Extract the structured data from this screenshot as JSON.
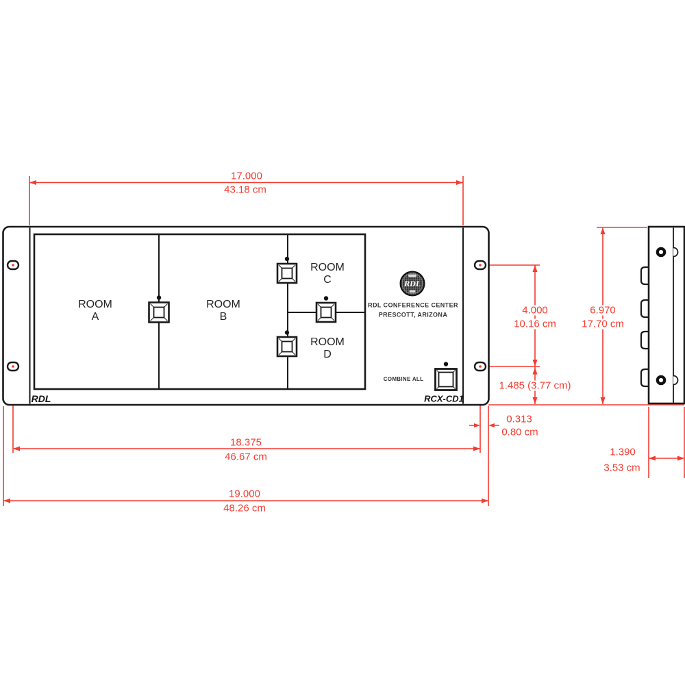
{
  "front": {
    "brand": "RDL",
    "model": "RCX-CD1",
    "logo_text": "RDL",
    "center_line1": "RDL CONFERENCE CENTER",
    "center_line2": "PRESCOTT, ARIZONA",
    "combine_label": "COMBINE ALL",
    "rooms": [
      {
        "word": "ROOM",
        "letter": "A"
      },
      {
        "word": "ROOM",
        "letter": "B"
      },
      {
        "word": "ROOM",
        "letter": "C"
      },
      {
        "word": "ROOM",
        "letter": "D"
      }
    ]
  },
  "dimensions": {
    "panel_width_in": "17.000",
    "panel_width_cm": "43.18 cm",
    "hole_span_in": "18.375",
    "hole_span_cm": "46.67 cm",
    "full_width_in": "19.000",
    "full_width_cm": "48.26 cm",
    "hole_vertical_in": "4.000",
    "hole_vertical_cm": "10.16 cm",
    "panel_height_in": "6.970",
    "panel_height_cm": "17.70 cm",
    "hole_to_bottom": "1.485 (3.77 cm)",
    "hole_to_edge_in": "0.313",
    "hole_to_edge_cm": "0.80 cm",
    "depth_in": "1.390",
    "depth_cm": "3.53 cm"
  },
  "colors": {
    "dimension_red": "#f43b30",
    "line_black": "#1a1a1a"
  }
}
